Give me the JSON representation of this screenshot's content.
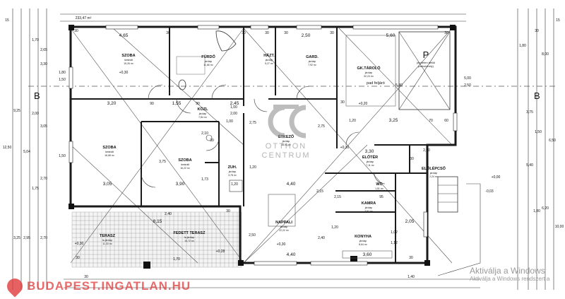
{
  "rooms": [
    {
      "name": "SZOBA",
      "floor": "laminált",
      "area": "15,26 m²"
    },
    {
      "name": "FÜRDŐ",
      "floor": "járólap",
      "area": "11,66 m²"
    },
    {
      "name": "HÁZT.",
      "floor": "járólap",
      "area": "5,27 m²"
    },
    {
      "name": "GARD.",
      "floor": "járólap",
      "area": "7,92 m²"
    },
    {
      "name": "GK.TÁROLÓ",
      "floor": "járólap",
      "area": "32,24 m²"
    },
    {
      "name": "KÖZL",
      "floor": "járólap",
      "area": "7,84 m²"
    },
    {
      "name": "ÉTKEZŐ",
      "floor": "járólap",
      "area": "18,53 m²"
    },
    {
      "name": "SZOBA",
      "floor": "laminált",
      "area": "16,68 m²"
    },
    {
      "name": "SZOBA",
      "floor": "laminált",
      "area": "16,22 m²"
    },
    {
      "name": "ZUH.",
      "floor": "járólap",
      "area": "3,78 m²"
    },
    {
      "name": "ELŐTÉR",
      "floor": "járólap",
      "area": "7,11 m²"
    },
    {
      "name": "ELŐLÉPCSŐ",
      "floor": "járólap",
      "area": "2,24 m²"
    },
    {
      "name": "WC",
      "floor": "járólap",
      "area": "1,51 m²"
    },
    {
      "name": "KAMRA",
      "floor": "járólap",
      "area": "3,97 m²"
    },
    {
      "name": "NAPPALI",
      "floor": "járólap",
      "area": "22,22 m²"
    },
    {
      "name": "KONYHA",
      "floor": "járólap",
      "area": "8,64 m²"
    },
    {
      "name": "TERASZ",
      "floor": "fa járólap",
      "area": "11,33 m²"
    },
    {
      "name": "FEDETT TERASZ",
      "floor": "fa járólap",
      "area": "15,72 m²"
    }
  ],
  "parking": {
    "letter": "P",
    "note_line1": "(építeten belüli",
    "note_line2": "parkolóhely)"
  },
  "pad_note": "pad feljáró",
  "section": {
    "left": "B",
    "right": "B"
  },
  "levels": [
    "+0,30",
    "+0,20",
    "+0,30",
    "+0,30",
    "+0,28",
    "+0,30",
    "+0,00",
    "-0,03"
  ],
  "dims_top": [
    "233,47 m²",
    "30",
    "4,65",
    "30",
    "30",
    "30",
    "30",
    "2,50",
    "30",
    "5,60",
    "30"
  ],
  "dims_mid": [
    "3,20",
    "90",
    "1,55",
    "90",
    "2,45",
    "3,25",
    "70",
    "60",
    "1,20",
    "30",
    "3,30",
    "2,00",
    "30"
  ],
  "dims_bottom": [
    "30",
    "4,40",
    "3,60",
    "30",
    "3,05",
    "3,90",
    "8,15",
    "4,40",
    "2,05",
    "30",
    "2,15",
    "1,02",
    "1,12",
    "95",
    "1,20",
    "1,40"
  ],
  "dims_left": [
    "15",
    "1,70",
    "2,65",
    "3,30",
    "1,80",
    "1,50",
    "9,25",
    "2,00",
    "3,05",
    "12,50",
    "5,04",
    "1,50",
    "1,75",
    "2,70",
    "3,25",
    "2,95",
    "2,70"
  ],
  "dims_right": [
    "15",
    "30",
    "1,80",
    "5,00",
    "2,50",
    "5,40",
    "8,00",
    "3,75",
    "1,50",
    "6,50",
    "5,40",
    "10,00",
    "1,80",
    "6,20"
  ],
  "dims_inner": [
    "1,00",
    "2,00",
    "2,10",
    "1,73",
    "2,75",
    "3,75",
    "2,40",
    "2,50",
    "2,40",
    "1,20",
    "2,15",
    "2,75",
    "1,00",
    "30",
    "30",
    "1,20",
    "1,70"
  ],
  "brand": {
    "line1": "OTTHON",
    "line2": "CENTRUM"
  },
  "watermark": "BUDAPEST.INGATLAN.HU",
  "windows_activation": {
    "title": "Aktiválja a Windows",
    "subtitle": "Aktiválja a Windows rendszert a"
  }
}
